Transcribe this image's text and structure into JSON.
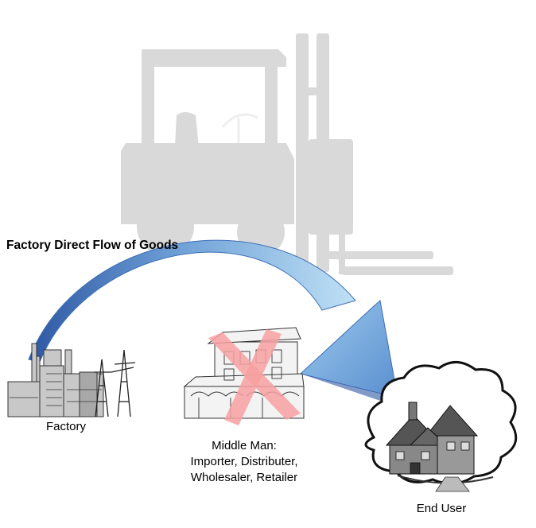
{
  "diagram": {
    "title": "Factory Direct Flow of Goods",
    "nodes": {
      "factory": {
        "label": "Factory"
      },
      "middle_man": {
        "label_lines": [
          "Middle Man:",
          "Importer, Distributer,",
          "Wholesaler, Retailer"
        ],
        "crossed_out": true
      },
      "end_user": {
        "label": "End User"
      }
    },
    "colors": {
      "arrow_dark": "#2e57a3",
      "arrow_light": "#bfe1f5",
      "forklift": "#d9d9d9",
      "cross": "#f7a0a0"
    },
    "icons": {
      "background": "forklift-icon",
      "factory": "factory-icon",
      "middle_man": "storefront-icon",
      "end_user": "house-icon"
    }
  }
}
